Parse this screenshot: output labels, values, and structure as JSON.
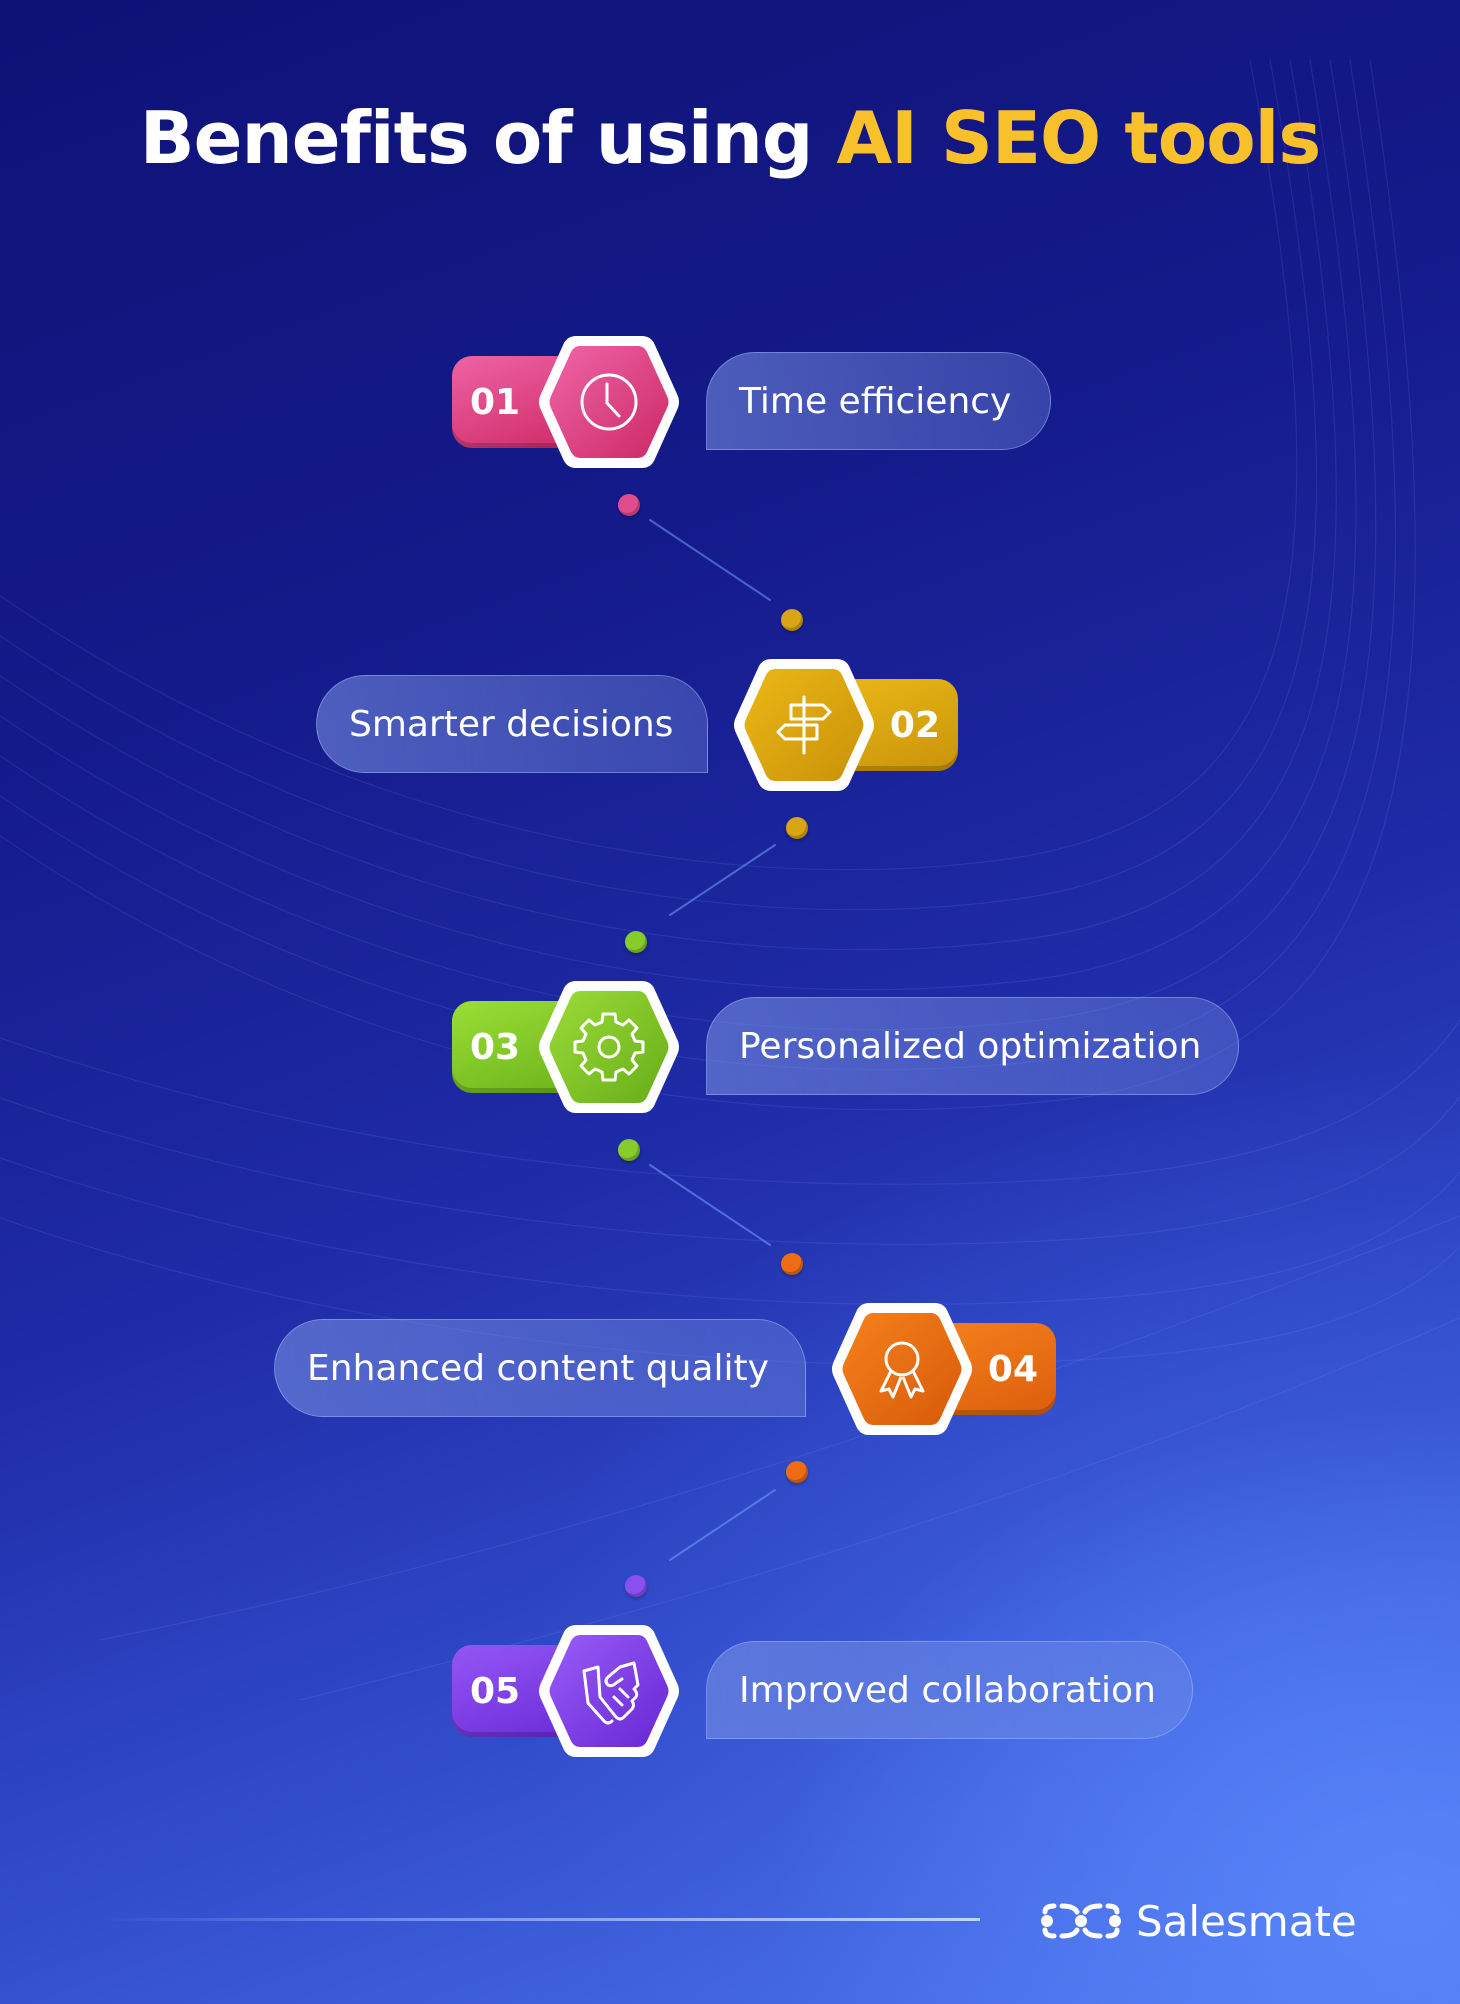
{
  "title": {
    "prefix": "Benefits of using ",
    "highlight": "AI SEO tools",
    "highlight_color": "#f8c12c"
  },
  "benefits": [
    {
      "number": "01",
      "label": "Time efficiency",
      "icon": "clock-icon",
      "color": "#d6306f",
      "side": "right"
    },
    {
      "number": "02",
      "label": "Smarter decisions",
      "icon": "signpost-icon",
      "color": "#daa60d",
      "side": "left"
    },
    {
      "number": "03",
      "label": "Personalized optimization",
      "icon": "gear-icon",
      "color": "#75c020",
      "side": "right"
    },
    {
      "number": "04",
      "label": "Enhanced content quality",
      "icon": "award-ribbon-icon",
      "color": "#ee6d12",
      "side": "left"
    },
    {
      "number": "05",
      "label": "Improved collaboration",
      "icon": "handshake-icon",
      "color": "#7c3ae0",
      "side": "right"
    }
  ],
  "connector_dots": [
    {
      "color": "#e04c8c"
    },
    {
      "color": "#d9a514"
    },
    {
      "color": "#d9a514"
    },
    {
      "color": "#86cc2a"
    },
    {
      "color": "#86cc2a"
    },
    {
      "color": "#ee6d12"
    },
    {
      "color": "#ee6d12"
    },
    {
      "color": "#8a4ff0"
    }
  ],
  "brand": {
    "name": "Salesmate",
    "logo_icon": "salesmate-logo-icon"
  }
}
